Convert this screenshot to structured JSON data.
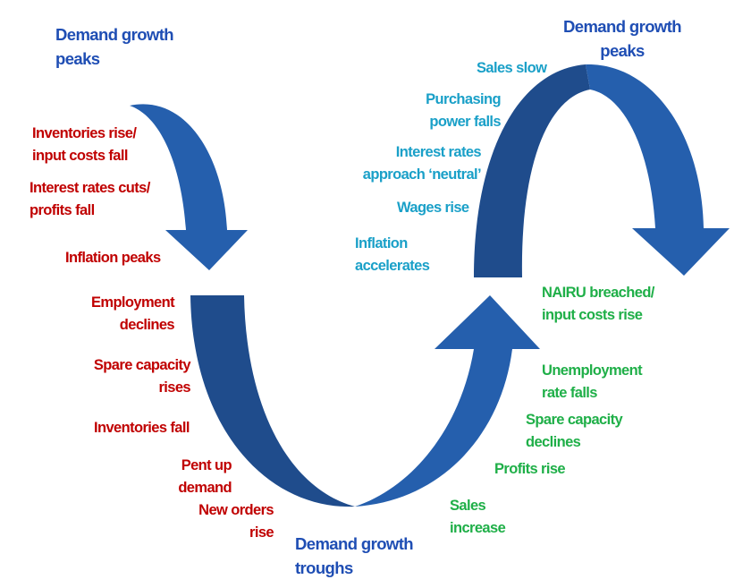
{
  "headers": {
    "peak_left": [
      "Demand growth",
      "peaks"
    ],
    "peak_right": [
      "Demand growth",
      "peaks"
    ],
    "trough": [
      "Demand growth",
      "troughs"
    ]
  },
  "downturn": {
    "inventories_rise": [
      "Inventories rise/",
      "input costs fall"
    ],
    "rate_cuts": [
      "Interest rates cuts/",
      "profits fall"
    ],
    "inflation_peaks": [
      "Inflation peaks"
    ],
    "employment": [
      "Employment",
      "declines"
    ],
    "spare_capacity": [
      "Spare capacity",
      "rises"
    ],
    "inventories_fall": [
      "Inventories fall"
    ],
    "pent_up": [
      "Pent up",
      "demand"
    ],
    "new_orders": [
      "New orders",
      "rise"
    ]
  },
  "late_cycle": {
    "sales_slow": [
      "Sales slow"
    ],
    "purchasing": [
      "Purchasing",
      "power falls"
    ],
    "interest_rates": [
      "Interest rates",
      "approach ‘neutral’"
    ],
    "wages": [
      "Wages rise"
    ],
    "inflation": [
      "Inflation",
      "accelerates"
    ]
  },
  "recovery": {
    "nairu": [
      "NAIRU breached/",
      "input costs rise"
    ],
    "unemployment": [
      "Unemployment",
      "rate falls"
    ],
    "spare_capacity": [
      "Spare capacity",
      "declines"
    ],
    "profits": [
      "Profits rise"
    ],
    "sales": [
      "Sales",
      "increase"
    ]
  },
  "colors": {
    "arrow_dark": "#1F4C8C",
    "arrow_light": "#255FAD",
    "header": "#1F4EB4",
    "downturn": "#C00000",
    "late_cycle": "#1AA0C8",
    "recovery": "#1FAF48"
  }
}
